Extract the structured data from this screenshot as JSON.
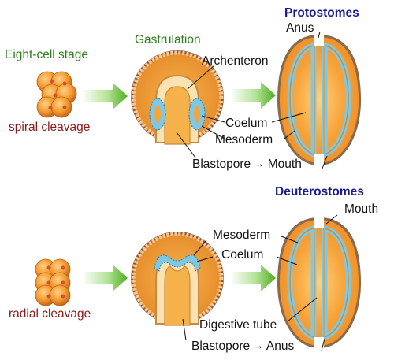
{
  "stages": {
    "eight_cell": "Eight-cell stage",
    "gastrulation": "Gastrulation",
    "spiral": "spiral cleavage",
    "radial": "radial cleavage"
  },
  "protostomes": {
    "title": "Protostomes",
    "anus": "Anus",
    "archenteron": "Archenteron",
    "coelum": "Coelum",
    "mesoderm": "Mesoderm",
    "blastopore": "Blastopore",
    "mouth": "Mouth"
  },
  "deuterostomes": {
    "title": "Deuterostomes",
    "mouth": "Mouth",
    "mesoderm": "Mesoderm",
    "coelum": "Coelum",
    "digestive_tube": "Digestive tube",
    "blastopore": "Blastopore",
    "anus": "Anus"
  },
  "arrow_glyph": "→",
  "colors": {
    "stage_label": "#2e7d1e",
    "cleavage_label": "#8b1a1a",
    "group_title": "#1a1a8f",
    "process_arrow": "#4caf1f",
    "embryo_orange": "#f39a2c",
    "mesoderm_blue": "#7ec8e3"
  }
}
